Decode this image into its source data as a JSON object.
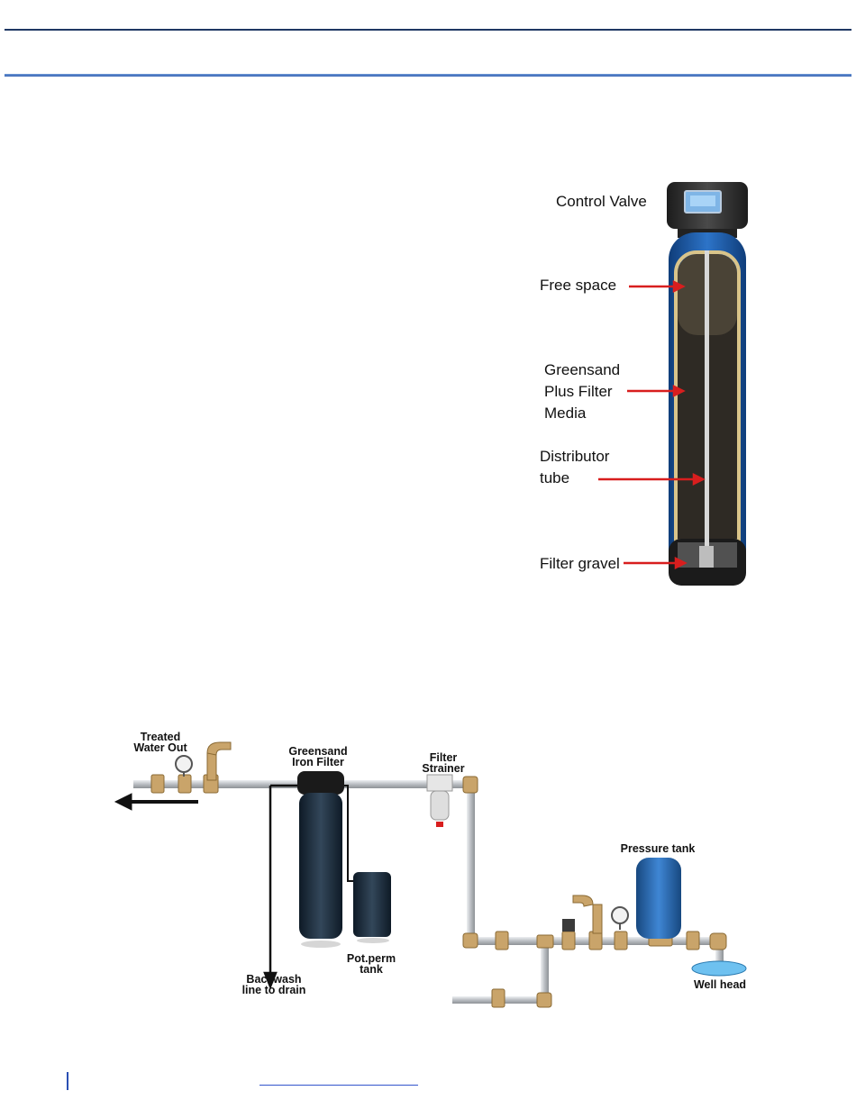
{
  "tank_diagram": {
    "labels": {
      "control_valve": "Control Valve",
      "free_space": "Free space",
      "greensand_1": "Greensand",
      "greensand_2": "Plus Filter",
      "greensand_3": "Media",
      "distributor_1": "Distributor",
      "distributor_2": "tube",
      "filter_gravel": "Filter gravel"
    },
    "colors": {
      "arrow": "#d81e1e",
      "tank_blue": "#1f5fb0",
      "valve_head": "#2b2b2b"
    }
  },
  "system_diagram": {
    "labels": {
      "treated_1": "Treated",
      "treated_2": "Water Out",
      "greensand_1": "Greensand",
      "greensand_2": "Iron Filter",
      "strainer_1": "Filter",
      "strainer_2": "Strainer",
      "pressure_tank": "Pressure tank",
      "backwash_1": "Backwash",
      "backwash_2": "line to drain",
      "potperm_1": "Pot.perm",
      "potperm_2": "tank",
      "well_head": "Well head"
    },
    "colors": {
      "pipe": "#c9ccd0",
      "brass": "#c9a46a",
      "pressure_tank": "#2d6bb5"
    }
  }
}
